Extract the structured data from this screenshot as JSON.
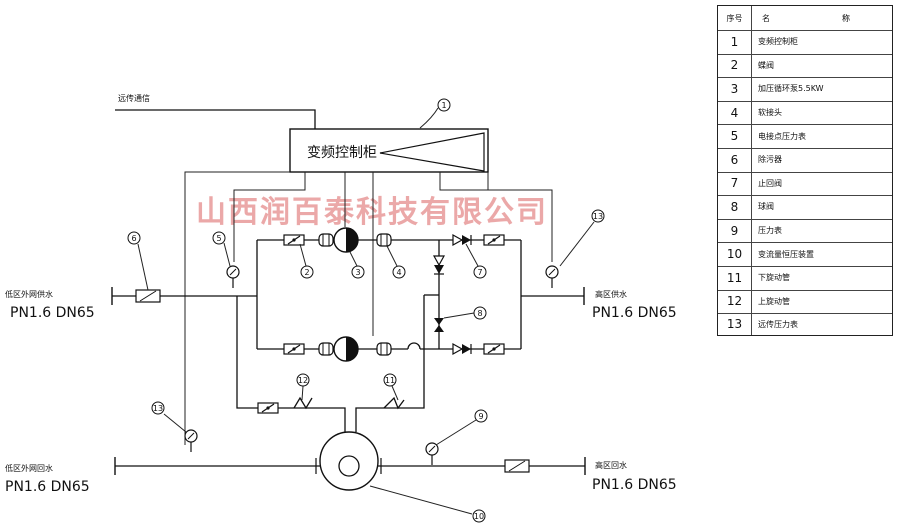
{
  "diagram": {
    "remote_comm": "远传通信",
    "cabinet_label": "变频控制柜",
    "watermark": "山西润百泰科技有限公司",
    "low_supply": {
      "title": "低区外网供水",
      "spec": "PN1.6  DN65"
    },
    "high_supply": {
      "title": "高区供水",
      "spec": "PN1.6  DN65"
    },
    "low_return": {
      "title": "低区外网回水",
      "spec": "PN1.6  DN65"
    },
    "high_return": {
      "title": "高区回水",
      "spec": "PN1.6  DN65"
    },
    "callouts": [
      "1",
      "2",
      "3",
      "4",
      "5",
      "6",
      "7",
      "8",
      "9",
      "10",
      "11",
      "12",
      "13",
      "13"
    ]
  },
  "legend": {
    "header": {
      "col1": "序号",
      "col2a": "名",
      "col2b": "称"
    },
    "rows": [
      {
        "no": "1",
        "name": "变频控制柜"
      },
      {
        "no": "2",
        "name": "蝶阀"
      },
      {
        "no": "3",
        "name": "加压循环泵5.5KW"
      },
      {
        "no": "4",
        "name": "软接头"
      },
      {
        "no": "5",
        "name": "电接点压力表"
      },
      {
        "no": "6",
        "name": "除污器"
      },
      {
        "no": "7",
        "name": "止回阀"
      },
      {
        "no": "8",
        "name": "球阀"
      },
      {
        "no": "9",
        "name": "压力表"
      },
      {
        "no": "10",
        "name": "变流量恒压装置"
      },
      {
        "no": "11",
        "name": "下旋动管"
      },
      {
        "no": "12",
        "name": "上旋动管"
      },
      {
        "no": "13",
        "name": "远传压力表"
      }
    ]
  }
}
